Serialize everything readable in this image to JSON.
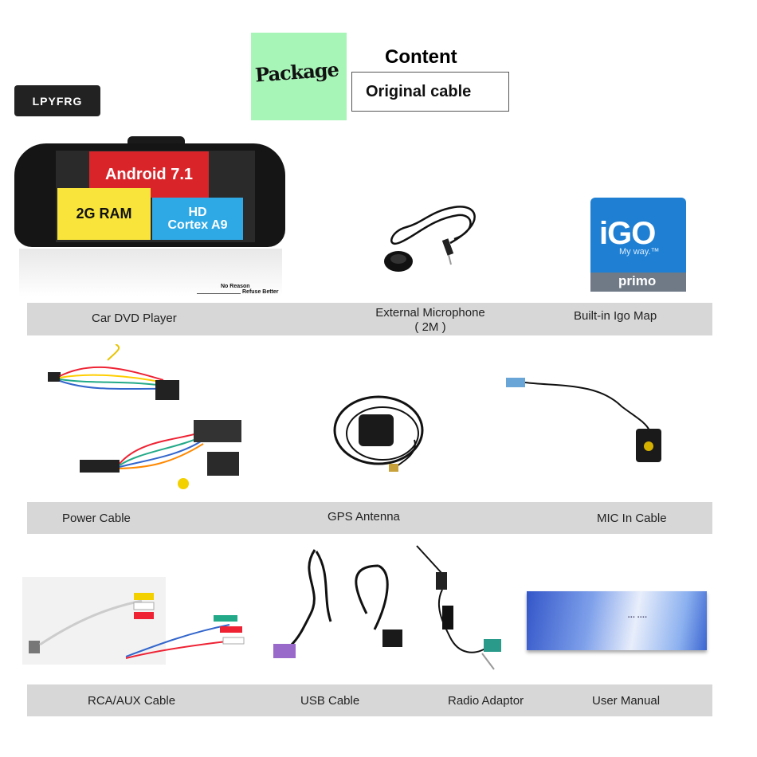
{
  "header": {
    "package_label": "Package",
    "content_title": "Content",
    "content_value": "Original cable",
    "brand": "LPYFRG"
  },
  "head_unit": {
    "tile_android": "Android 7.1",
    "tile_ram": "2G RAM",
    "tile_cpu_line1": "HD",
    "tile_cpu_line2": "Cortex A9",
    "note_line1": "No Reason",
    "note_line2": "Refuse Better"
  },
  "igo": {
    "logo": "iGO",
    "tagline": "My way.™",
    "edition": "primo"
  },
  "items": {
    "row1": [
      "Car DVD Player",
      "External Microphone",
      "( 2M )",
      "Built-in Igo Map"
    ],
    "row2": [
      "Power Cable",
      "GPS Antenna",
      "MIC In Cable"
    ],
    "row3": [
      "RCA/AUX Cable",
      "USB Cable",
      "Radio Adaptor",
      "User Manual"
    ]
  },
  "colors": {
    "package_bg": "#a8f5b8",
    "label_bar": "#d7d7d7",
    "tile_red": "#d9252a",
    "tile_yellow": "#f8e43a",
    "tile_blue": "#2fa9e6",
    "igo_blue": "#1e7fd3"
  }
}
